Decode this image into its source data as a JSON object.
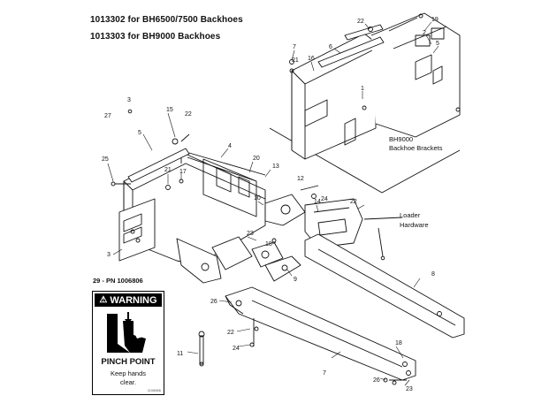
{
  "titles": {
    "line1": "1013302 for BH6500/7500 Backhoes",
    "line2": "1013303 for BH9000 Backhoes"
  },
  "inset_label": {
    "line1": "BH9000",
    "line2": "Backhoe Brackets"
  },
  "loader_hardware": {
    "line1": "Loader",
    "line2": "Hardware"
  },
  "decal": {
    "label": "29 - PN 1006806",
    "header": "WARNING",
    "title": "PINCH POINT",
    "line1": "Keep hands",
    "line2": "clear.",
    "code": "1106666"
  },
  "callouts": [
    "22",
    "19",
    "2",
    "5",
    "6",
    "7",
    "21",
    "16",
    "1",
    "3",
    "27",
    "15",
    "22",
    "5",
    "4",
    "25",
    "21",
    "17",
    "20",
    "13",
    "12",
    "14",
    "24",
    "22",
    "10",
    "3",
    "23",
    "18",
    "9",
    "8",
    "26",
    "11",
    "22",
    "24",
    "7",
    "18",
    "26",
    "23"
  ]
}
